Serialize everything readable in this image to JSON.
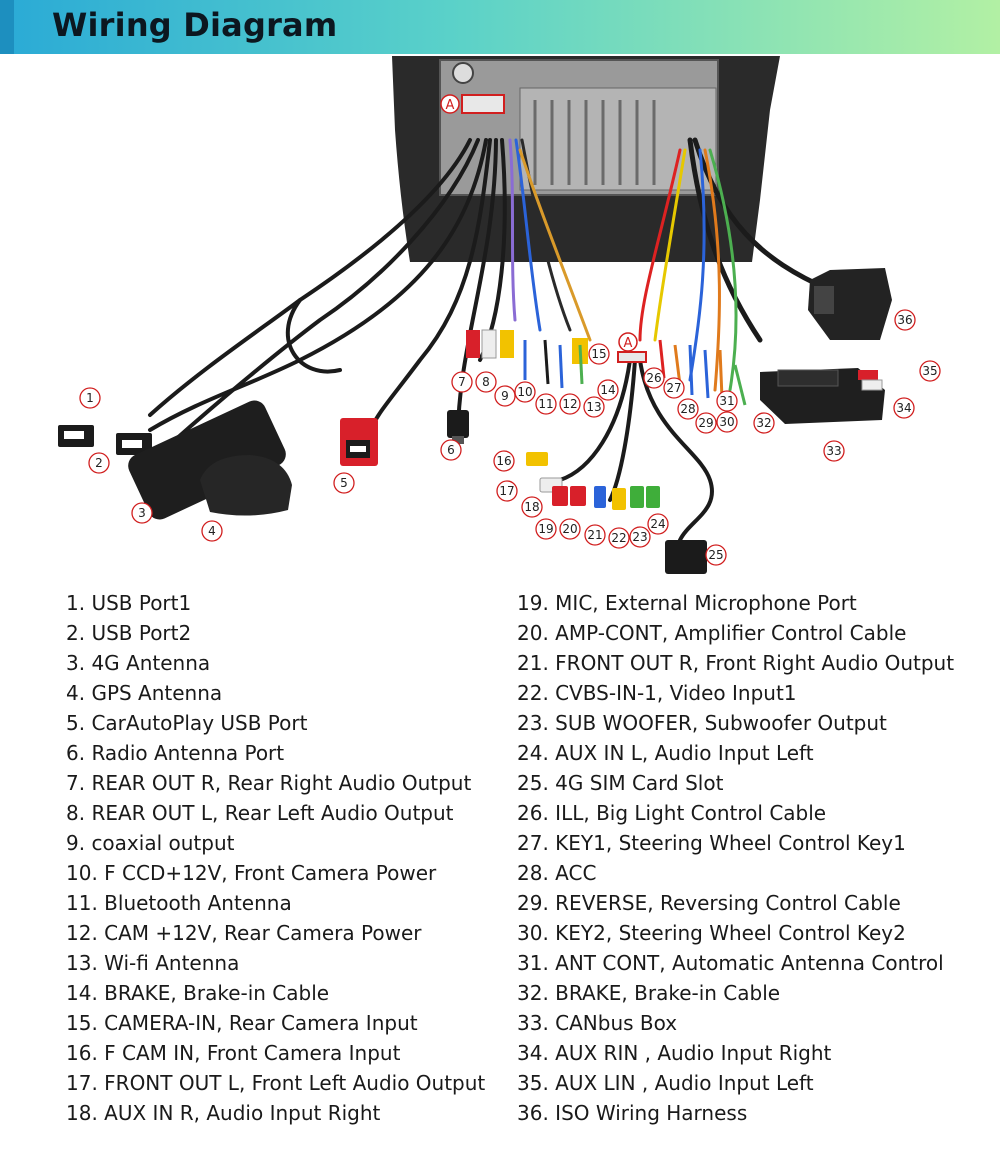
{
  "header": {
    "title": "Wiring Diagram"
  },
  "diagram": {
    "unit_connector_label": "A",
    "loom_connector_label": "A",
    "callouts": [
      "1",
      "2",
      "3",
      "4",
      "5",
      "6",
      "7",
      "8",
      "9",
      "10",
      "11",
      "12",
      "13",
      "14",
      "15",
      "16",
      "17",
      "18",
      "19",
      "20",
      "21",
      "22",
      "23",
      "24",
      "25",
      "26",
      "27",
      "28",
      "29",
      "30",
      "31",
      "32",
      "33",
      "34",
      "35",
      "36"
    ]
  },
  "legend": {
    "left": [
      "1. USB Port1",
      "2. USB Port2",
      "3. 4G Antenna",
      "4. GPS Antenna",
      "5. CarAutoPlay USB Port",
      "6. Radio Antenna Port",
      "7. REAR OUT R, Rear Right Audio Output",
      "8. REAR OUT L, Rear Left Audio Output",
      "9. coaxial output",
      "10. F CCD+12V, Front Camera Power",
      "11. Bluetooth Antenna",
      "12. CAM +12V, Rear Camera Power",
      "13. Wi-fi Antenna",
      "14. BRAKE, Brake-in Cable",
      "15. CAMERA-IN, Rear Camera Input",
      "16. F CAM IN, Front Camera Input",
      "17. FRONT OUT L, Front Left Audio Output",
      "18. AUX IN R, Audio Input Right"
    ],
    "right": [
      "19. MIC, External Microphone Port",
      "20. AMP-CONT, Amplifier Control Cable",
      "21. FRONT OUT R, Front Right Audio Output",
      "22. CVBS-IN-1, Video Input1",
      "23. SUB WOOFER, Subwoofer Output",
      "24. AUX IN L, Audio Input Left",
      "25. 4G SIM Card Slot",
      "26. ILL, Big Light Control Cable",
      "27. KEY1, Steering Wheel Control Key1",
      "28. ACC",
      "29. REVERSE, Reversing Control Cable",
      "30. KEY2, Steering Wheel Control Key2",
      "31. ANT CONT, Automatic Antenna Control",
      "32. BRAKE, Brake-in Cable",
      "33. CANbus Box",
      "34. AUX RIN , Audio Input Right",
      "35. AUX LIN , Audio Input Left",
      "36. ISO Wiring Harness"
    ]
  },
  "colors": {
    "banner_start": "#2aaad6",
    "banner_end": "#b2f0a4",
    "callout_ring": "#d11f1f",
    "connector_red": "#d8202a",
    "rca_yellow": "#f2c200",
    "rca_green": "#3fae3a",
    "wire_black": "#1b1b1b"
  }
}
